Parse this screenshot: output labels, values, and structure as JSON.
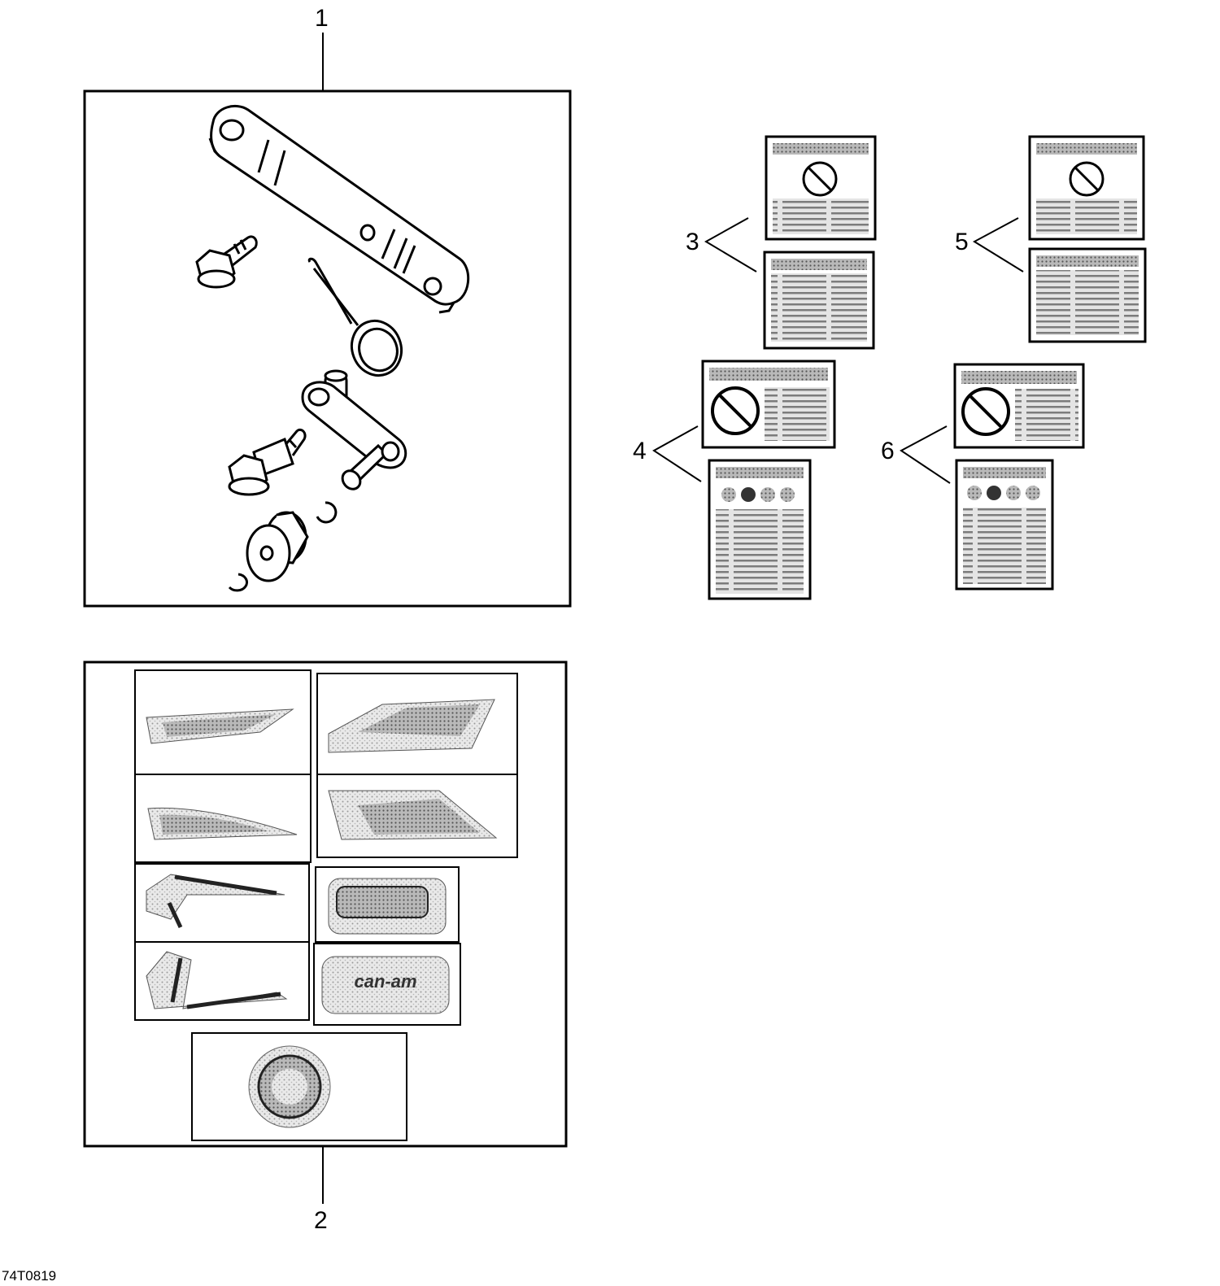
{
  "diagram": {
    "callouts": [
      {
        "id": "1",
        "label": "1"
      },
      {
        "id": "2",
        "label": "2"
      },
      {
        "id": "3",
        "label": "3"
      },
      {
        "id": "4",
        "label": "4"
      },
      {
        "id": "5",
        "label": "5"
      },
      {
        "id": "6",
        "label": "6"
      }
    ],
    "figure_code": "74T0819",
    "decal_texts": {
      "canam": "can-am"
    }
  }
}
